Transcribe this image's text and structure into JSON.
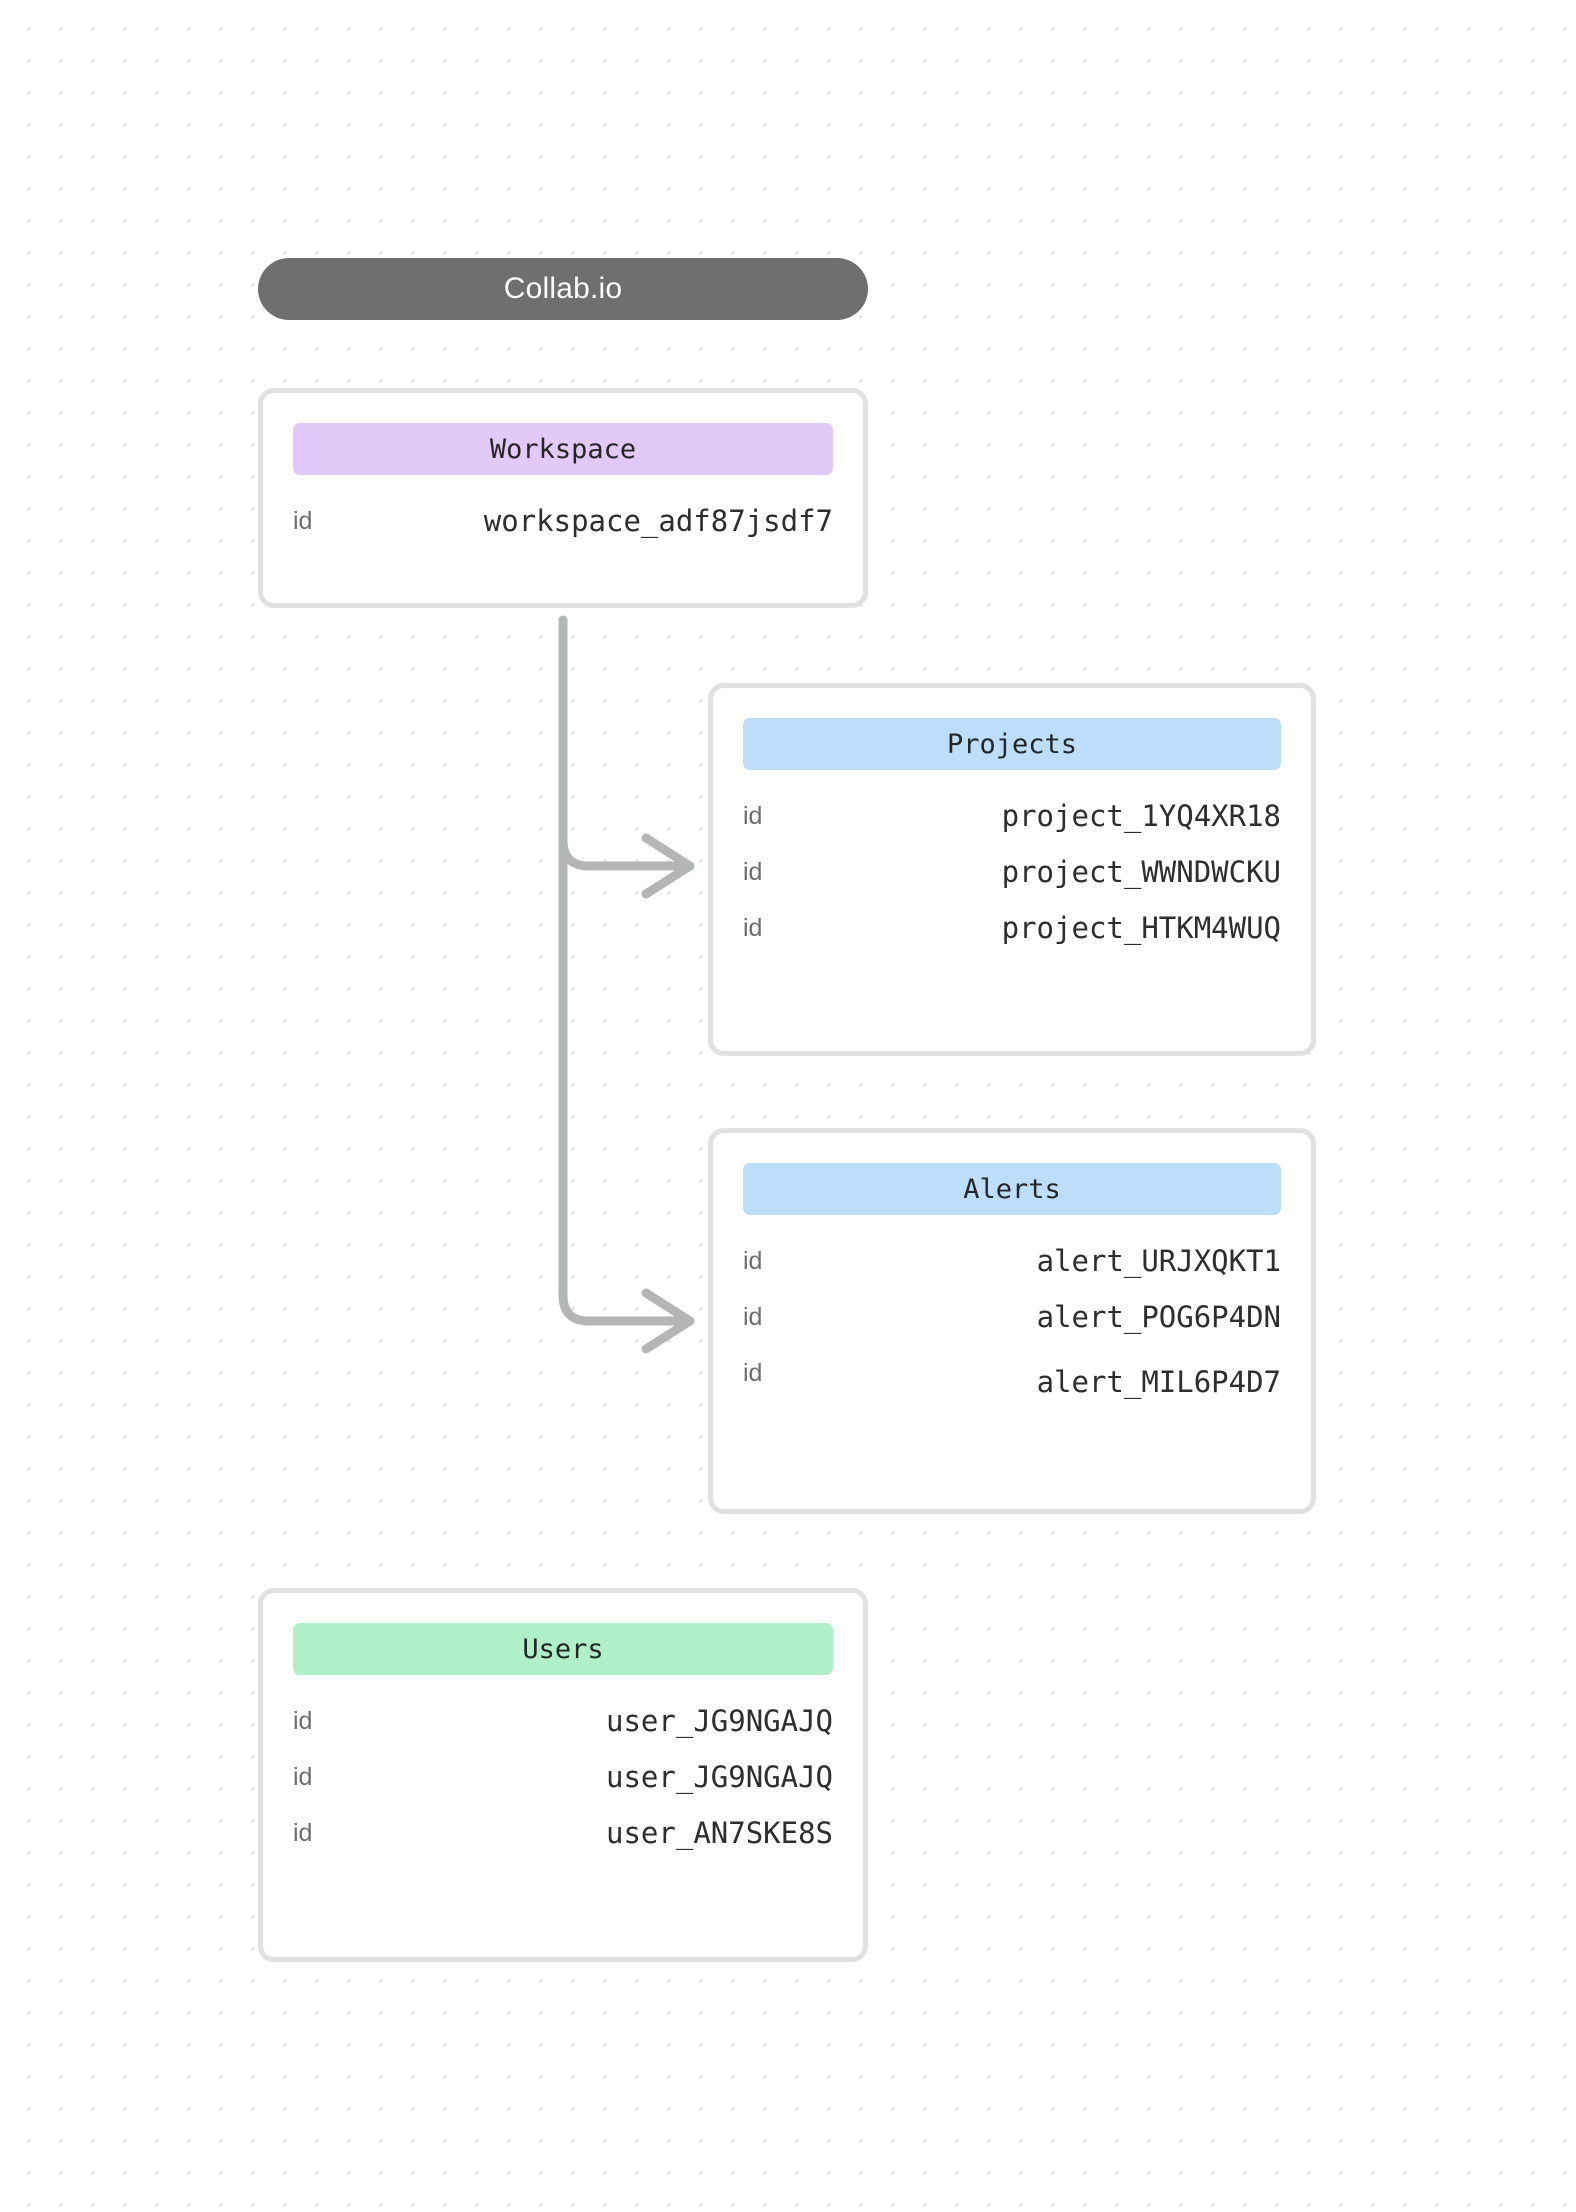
{
  "root": {
    "label": "Collab.io"
  },
  "entities": [
    {
      "name": "workspace",
      "title": "Workspace",
      "accent": "#e2c9f7",
      "rows": [
        {
          "key": "id",
          "value": "workspace_adf87jsdf7"
        }
      ]
    },
    {
      "name": "projects",
      "title": "Projects",
      "accent": "#bddefb",
      "rows": [
        {
          "key": "id",
          "value": "project_1YQ4XR18"
        },
        {
          "key": "id",
          "value": "project_WWNDWCKU"
        },
        {
          "key": "id",
          "value": "project_HTKM4WUQ"
        }
      ]
    },
    {
      "name": "alerts",
      "title": "Alerts",
      "accent": "#bddefb",
      "rows": [
        {
          "key": "id",
          "value": "alert_URJXQKT1"
        },
        {
          "key": "id",
          "value": "alert_POG6P4DN"
        },
        {
          "key": "id",
          "value": "alert_MIL6P4D7"
        }
      ]
    },
    {
      "name": "users",
      "title": "Users",
      "accent": "#b0f0c8",
      "rows": [
        {
          "key": "id",
          "value": "user_JG9NGAJQ"
        },
        {
          "key": "id",
          "value": "user_JG9NGAJQ"
        },
        {
          "key": "id",
          "value": "user_AN7SKE8S"
        }
      ]
    }
  ],
  "connectors": {
    "stroke_color": "#b4b6b6",
    "edges": [
      {
        "from": "workspace",
        "to": "projects"
      },
      {
        "from": "workspace",
        "to": "alerts"
      }
    ]
  }
}
